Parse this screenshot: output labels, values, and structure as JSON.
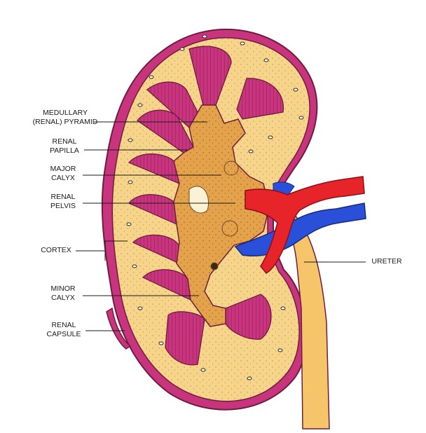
{
  "labels": {
    "medullary_pyramid": [
      "MEDULLARY",
      "(RENAL) PYRAMID"
    ],
    "renal_papilla": [
      "RENAL",
      "PAPILLA"
    ],
    "major_calyx": [
      "MAJOR",
      "CALYX"
    ],
    "renal_pelvis": [
      "RENAL",
      "PELVIS"
    ],
    "cortex": [
      "CORTEX"
    ],
    "minor_calyx": [
      "MINOR",
      "CALYX"
    ],
    "renal_capsule": [
      "RENAL",
      "CAPSULE"
    ],
    "ureter": [
      "URETER"
    ]
  },
  "colors": {
    "capsule": "#b8327a",
    "cortex": "#f6d48a",
    "pyramid": "#c8357e",
    "pelvis": "#e4a24a",
    "artery": "#e8242b",
    "vein": "#2a4fd8",
    "outline": "#6e1d3d"
  }
}
